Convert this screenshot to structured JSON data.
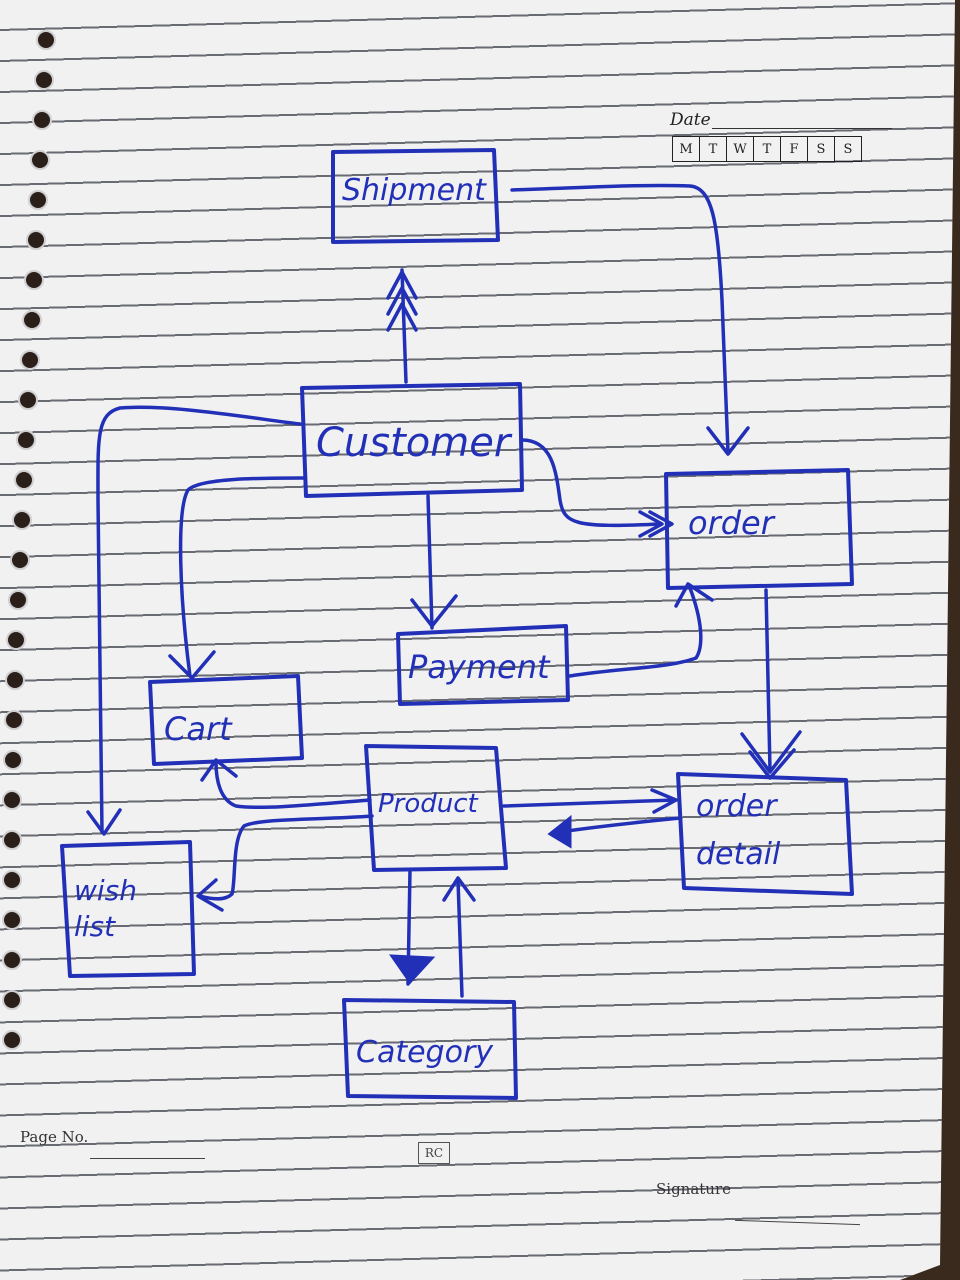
{
  "header": {
    "date_label": "Date",
    "days": [
      "M",
      "T",
      "W",
      "T",
      "F",
      "S",
      "S"
    ]
  },
  "footer": {
    "page_no_label": "Page No.",
    "signature_label": "Signature",
    "logo_text": "RC"
  },
  "colors": {
    "ink": "#2230b8",
    "paper": "#f1f1f2",
    "rule_lines": "#3b3e47"
  },
  "diagram": {
    "entities": [
      {
        "id": "shipment",
        "label": "Shipment"
      },
      {
        "id": "customer",
        "label": "Customer"
      },
      {
        "id": "order",
        "label": "order"
      },
      {
        "id": "payment",
        "label": "Payment"
      },
      {
        "id": "cart",
        "label": "Cart"
      },
      {
        "id": "product",
        "label": "Product"
      },
      {
        "id": "order_detail",
        "label_line1": "order",
        "label_line2": "detail"
      },
      {
        "id": "wish_list",
        "label_line1": "wish",
        "label_line2": "list"
      },
      {
        "id": "category",
        "label": "Category"
      }
    ],
    "relationships": [
      {
        "from": "customer",
        "to": "shipment"
      },
      {
        "from": "shipment",
        "to": "order"
      },
      {
        "from": "customer",
        "to": "order"
      },
      {
        "from": "customer",
        "to": "payment"
      },
      {
        "from": "customer",
        "to": "cart"
      },
      {
        "from": "customer",
        "to": "wish_list"
      },
      {
        "from": "payment",
        "to": "order"
      },
      {
        "from": "order",
        "to": "order_detail"
      },
      {
        "from": "product",
        "to": "order_detail"
      },
      {
        "from": "order_detail",
        "to": "product"
      },
      {
        "from": "product",
        "to": "cart"
      },
      {
        "from": "product",
        "to": "wish_list"
      },
      {
        "from": "product",
        "to": "category"
      },
      {
        "from": "category",
        "to": "product"
      }
    ]
  }
}
